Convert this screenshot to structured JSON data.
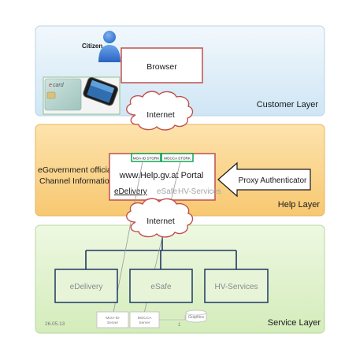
{
  "layers": {
    "customer": {
      "label": "Customer Layer"
    },
    "help": {
      "label": "Help Layer"
    },
    "service": {
      "label": "Service Layer"
    }
  },
  "customer": {
    "citizen_label": "Citizen",
    "browser_label": "Browser",
    "card_brand": "card",
    "card_brand_prefix": "e"
  },
  "internet": {
    "label": "Internet"
  },
  "help": {
    "egov_line1": "eGovernment official",
    "egov_line2": "Channel Information",
    "moa_id_stork": "MOA-ID STORK",
    "mocca_stork": "MOCCA STORK",
    "portal_title": "www.Help.gv.at Portal",
    "services": [
      "eDelivery",
      "eSafe",
      "HV-Services"
    ],
    "proxy_label": "Proxy Authenticator"
  },
  "service": {
    "boxes": [
      "eDelivery",
      "eSafe",
      "HV-Services"
    ],
    "date": "26.05.13",
    "moa_server": [
      "MOA-ID",
      "Server"
    ],
    "mocca_server": [
      "MOCCA",
      "Server"
    ],
    "graphics_label": "Graphics",
    "number": "1"
  },
  "colors": {
    "customer_bg": "#dcecf7",
    "help_bg": "#fbd68f",
    "service_bg": "#e3f3cf",
    "box_border_red": "#c0504d",
    "box_border_blue": "#1f3864",
    "stork_green": "#00a04a"
  }
}
